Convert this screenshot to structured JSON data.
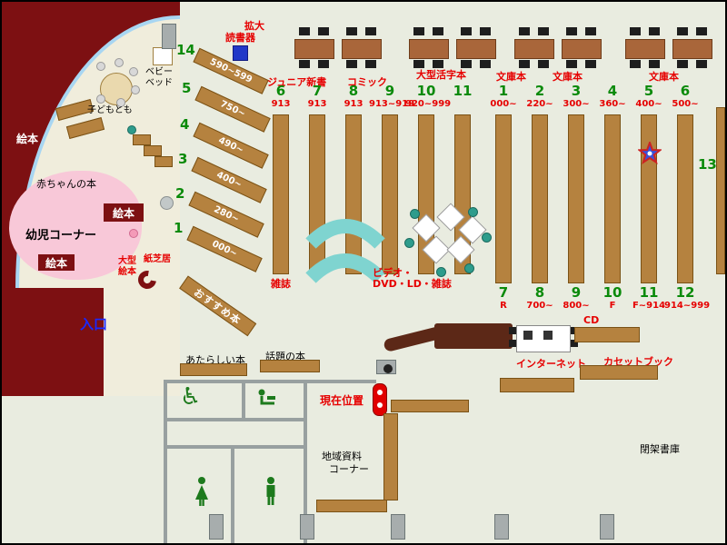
{
  "palette": {
    "floor": "#e9ece0",
    "wall_maroon": "#7d1012",
    "shelf_brown": "#b5823f",
    "table_brown": "#a9663a",
    "counter_brown": "#5c2817",
    "accent_red": "#e60000",
    "accent_green": "#0a8a0a",
    "entrance_blue": "#0010e8",
    "cyan_rack": "#7fd4d0",
    "pink_area": "#f8c8d8",
    "arc_blue": "#a8d6f2"
  },
  "icons": {
    "wheelchair": "♿"
  },
  "labels": {
    "magnifier_line1": "拡大",
    "magnifier_line2": "読書器",
    "junior_shinsho": "ジュニア新書",
    "comic": "コミック",
    "large_print": "大型活字本",
    "bunko": [
      "文庫本",
      "文庫本",
      "文庫本"
    ],
    "shelf13": "13",
    "zasshi": "雑誌",
    "video_line1": "ビデオ・",
    "video_line2": "DVD・LD・雑誌",
    "baby_bed_line1": "ベビー",
    "baby_bed_line2": "ベッド",
    "kodomo_no_tomo": "子どもとも",
    "ehon": [
      "絵本",
      "絵本",
      "絵本"
    ],
    "akachan_no_hon": "赤ちゃんの本",
    "yoji_corner": "幼児コーナー",
    "ogata_ehon_line1": "大型",
    "ogata_ehon_line2": "絵本",
    "kamishibai": "紙芝居",
    "entrance": "入口",
    "osusume_bon": "おすすめ本",
    "atarashii_hon": "あたらしい本",
    "wadai_no_hon": "話題の本",
    "genzai_ichi": "現在位置",
    "chiiki_line1": "地域資料",
    "chiiki_line2": "コーナー",
    "internet": "インターネット",
    "cd": "CD",
    "cassette_book": "カセットブック",
    "heika_shoko": "閉架書庫"
  },
  "left_shelves": [
    {
      "num": "14",
      "range": "590~599"
    },
    {
      "num": "5",
      "range": "750~"
    },
    {
      "num": "4",
      "range": "490~"
    },
    {
      "num": "3",
      "range": "400~"
    },
    {
      "num": "2",
      "range": "280~"
    },
    {
      "num": "1",
      "range": "000~"
    }
  ],
  "center_columns": [
    {
      "num": "6",
      "range": "913"
    },
    {
      "num": "7",
      "range": "913"
    },
    {
      "num": "8",
      "range": "913"
    },
    {
      "num": "9",
      "range": "913~919"
    },
    {
      "num": "10",
      "range": "920~999"
    },
    {
      "num": "11",
      "range": ""
    }
  ],
  "right_top_columns": [
    {
      "num": "1",
      "range": "000~"
    },
    {
      "num": "2",
      "range": "220~"
    },
    {
      "num": "3",
      "range": "300~"
    },
    {
      "num": "4",
      "range": "360~"
    },
    {
      "num": "5",
      "range": "400~"
    },
    {
      "num": "6",
      "range": "500~"
    }
  ],
  "right_bottom_columns": [
    {
      "num": "7",
      "range": "R"
    },
    {
      "num": "8",
      "range": "700~"
    },
    {
      "num": "9",
      "range": "800~"
    },
    {
      "num": "10",
      "range": "F"
    },
    {
      "num": "11",
      "range": "F~914"
    },
    {
      "num": "12",
      "range": "914~999"
    }
  ]
}
